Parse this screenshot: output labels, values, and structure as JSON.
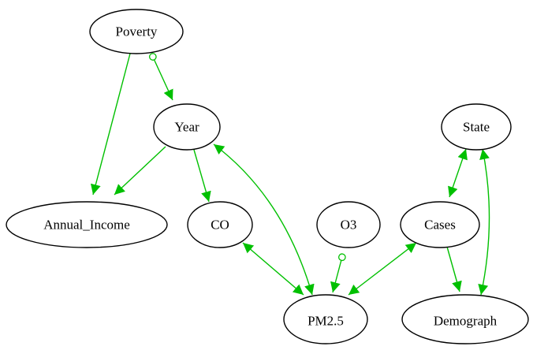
{
  "colors": {
    "edge": "#00c000",
    "node_stroke": "#000000",
    "node_fill": "#ffffff",
    "text": "#000000"
  },
  "nodes": {
    "poverty": {
      "label": "Poverty"
    },
    "year": {
      "label": "Year"
    },
    "annual_income": {
      "label": "Annual_Income"
    },
    "co": {
      "label": "CO"
    },
    "o3": {
      "label": "O3"
    },
    "pm25": {
      "label": "PM2.5"
    },
    "state": {
      "label": "State"
    },
    "cases": {
      "label": "Cases"
    },
    "demograph": {
      "label": "Demograph"
    }
  },
  "edges": [
    {
      "id": "poverty-year",
      "from": "poverty",
      "to": "year",
      "tail": "circle",
      "head": "arrow"
    },
    {
      "id": "poverty-annual_income",
      "from": "poverty",
      "to": "annual_income",
      "tail": "none",
      "head": "arrow"
    },
    {
      "id": "year-annual_income",
      "from": "year",
      "to": "annual_income",
      "tail": "none",
      "head": "arrow"
    },
    {
      "id": "year-co",
      "from": "year",
      "to": "co",
      "tail": "none",
      "head": "arrow"
    },
    {
      "id": "year-pm25",
      "from": "year",
      "to": "pm25",
      "tail": "arrow",
      "head": "arrow"
    },
    {
      "id": "co-pm25",
      "from": "co",
      "to": "pm25",
      "tail": "arrow",
      "head": "arrow"
    },
    {
      "id": "o3-pm25",
      "from": "o3",
      "to": "pm25",
      "tail": "circle",
      "head": "arrow"
    },
    {
      "id": "cases-pm25",
      "from": "cases",
      "to": "pm25",
      "tail": "arrow",
      "head": "arrow"
    },
    {
      "id": "state-cases",
      "from": "state",
      "to": "cases",
      "tail": "arrow",
      "head": "arrow"
    },
    {
      "id": "state-demograph",
      "from": "state",
      "to": "demograph",
      "tail": "arrow",
      "head": "arrow"
    },
    {
      "id": "cases-demograph",
      "from": "cases",
      "to": "demograph",
      "tail": "none",
      "head": "arrow"
    }
  ]
}
